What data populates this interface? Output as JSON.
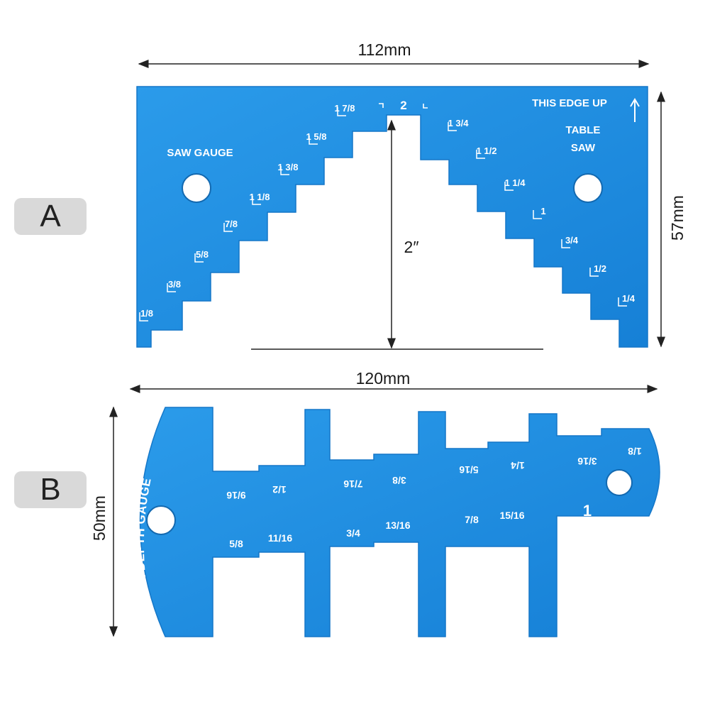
{
  "labels": {
    "a": "A",
    "b": "B"
  },
  "dimensions": {
    "a_width": "112mm",
    "a_height": "57mm",
    "a_depth": "2″",
    "b_width": "120mm",
    "b_height": "50mm"
  },
  "saw_gauge": {
    "title": "SAW GAUGE",
    "orientation": "THIS EDGE UP",
    "table_line1": "TABLE",
    "table_line2": "SAW",
    "center_mark": "2",
    "left_steps": [
      "1/8",
      "3/8",
      "5/8",
      "7/8",
      "1 1/8",
      "1 3/8",
      "1 5/8",
      "1 7/8"
    ],
    "right_steps": [
      "1 3/4",
      "1 1/2",
      "1 1/4",
      "1",
      "3/4",
      "1/2",
      "1/4"
    ]
  },
  "router_gauge": {
    "title": "ROUTER DEPTH GAUGE",
    "upper_marks": [
      "9/16",
      "1/2",
      "7/16",
      "3/8",
      "5/16",
      "1/4",
      "3/16",
      "1/8"
    ],
    "lower_marks": [
      "5/8",
      "11/16",
      "3/4",
      "13/16",
      "7/8",
      "15/16",
      "1"
    ]
  },
  "colors": {
    "aluminum_blue": "#1f8ee0",
    "edge_blue": "#1577c8",
    "background": "#ffffff"
  }
}
